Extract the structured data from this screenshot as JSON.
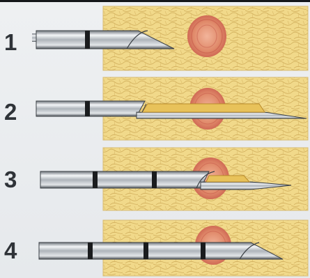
{
  "figure": {
    "steps": [
      {
        "label": "1"
      },
      {
        "label": "2"
      },
      {
        "label": "3"
      },
      {
        "label": "4"
      }
    ],
    "colors": {
      "tissue": "#f1d98a",
      "tissue_cell_edge": "#c8a24e",
      "lesion": "#e08a6a",
      "lesion_ring": "#c65a4a",
      "needle_steel": "#b9bec4",
      "needle_band": "#1a1c1e",
      "sample_notch": "#e8c25a",
      "label_text": "#2f3338"
    }
  }
}
